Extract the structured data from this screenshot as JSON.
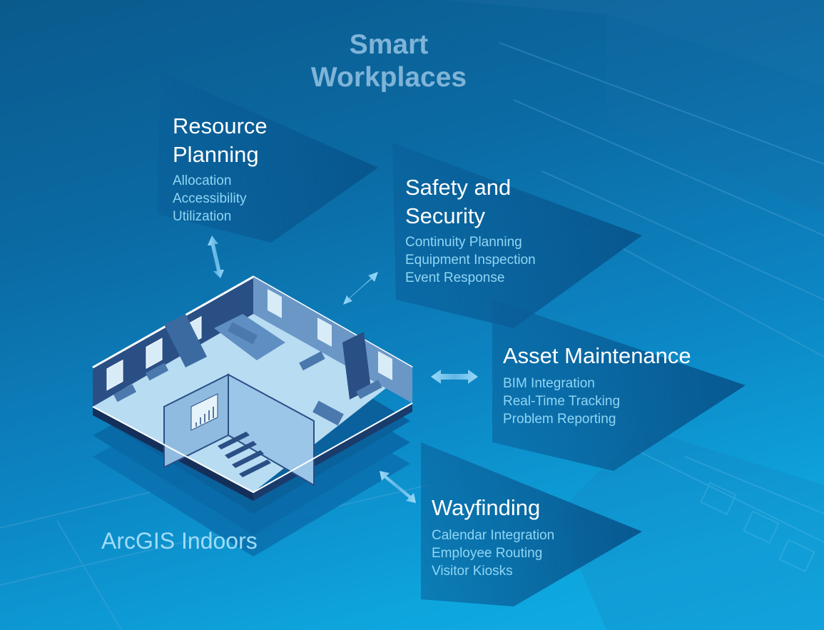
{
  "title": {
    "line1": "Smart",
    "line2": "Workplaces"
  },
  "product_label": "ArcGIS Indoors",
  "panels": [
    {
      "id": "resource-planning",
      "title_line1": "Resource",
      "title_line2": "Planning",
      "items": [
        "Allocation",
        "Accessibility",
        "Utilization"
      ]
    },
    {
      "id": "safety-security",
      "title_line1": "Safety and",
      "title_line2": "Security",
      "items": [
        "Continuity Planning",
        "Equipment Inspection",
        "Event Response"
      ]
    },
    {
      "id": "asset-maintenance",
      "title_line1": "Asset Maintenance",
      "items": [
        "BIM Integration",
        "Real-Time Tracking",
        "Problem Reporting"
      ]
    },
    {
      "id": "wayfinding",
      "title_line1": "Wayfinding",
      "items": [
        "Calendar Integration",
        "Employee Routing",
        "Visitor Kiosks"
      ]
    }
  ],
  "icons": {
    "arrows": [
      "double-arrow-icon",
      "double-arrow-icon",
      "double-arrow-icon",
      "double-arrow-icon"
    ],
    "building": "isometric-office-floorplan-icon"
  },
  "colors": {
    "background_top": "#0a5a8c",
    "background_bottom": "#12aee6",
    "title": "#7fb4d8",
    "panel_title": "#ffffff",
    "panel_item": "#8fd6f5",
    "panel_fill": "#0a5f9a",
    "arrow": "#8fd6f5",
    "product_label": "#9fdcf7"
  }
}
